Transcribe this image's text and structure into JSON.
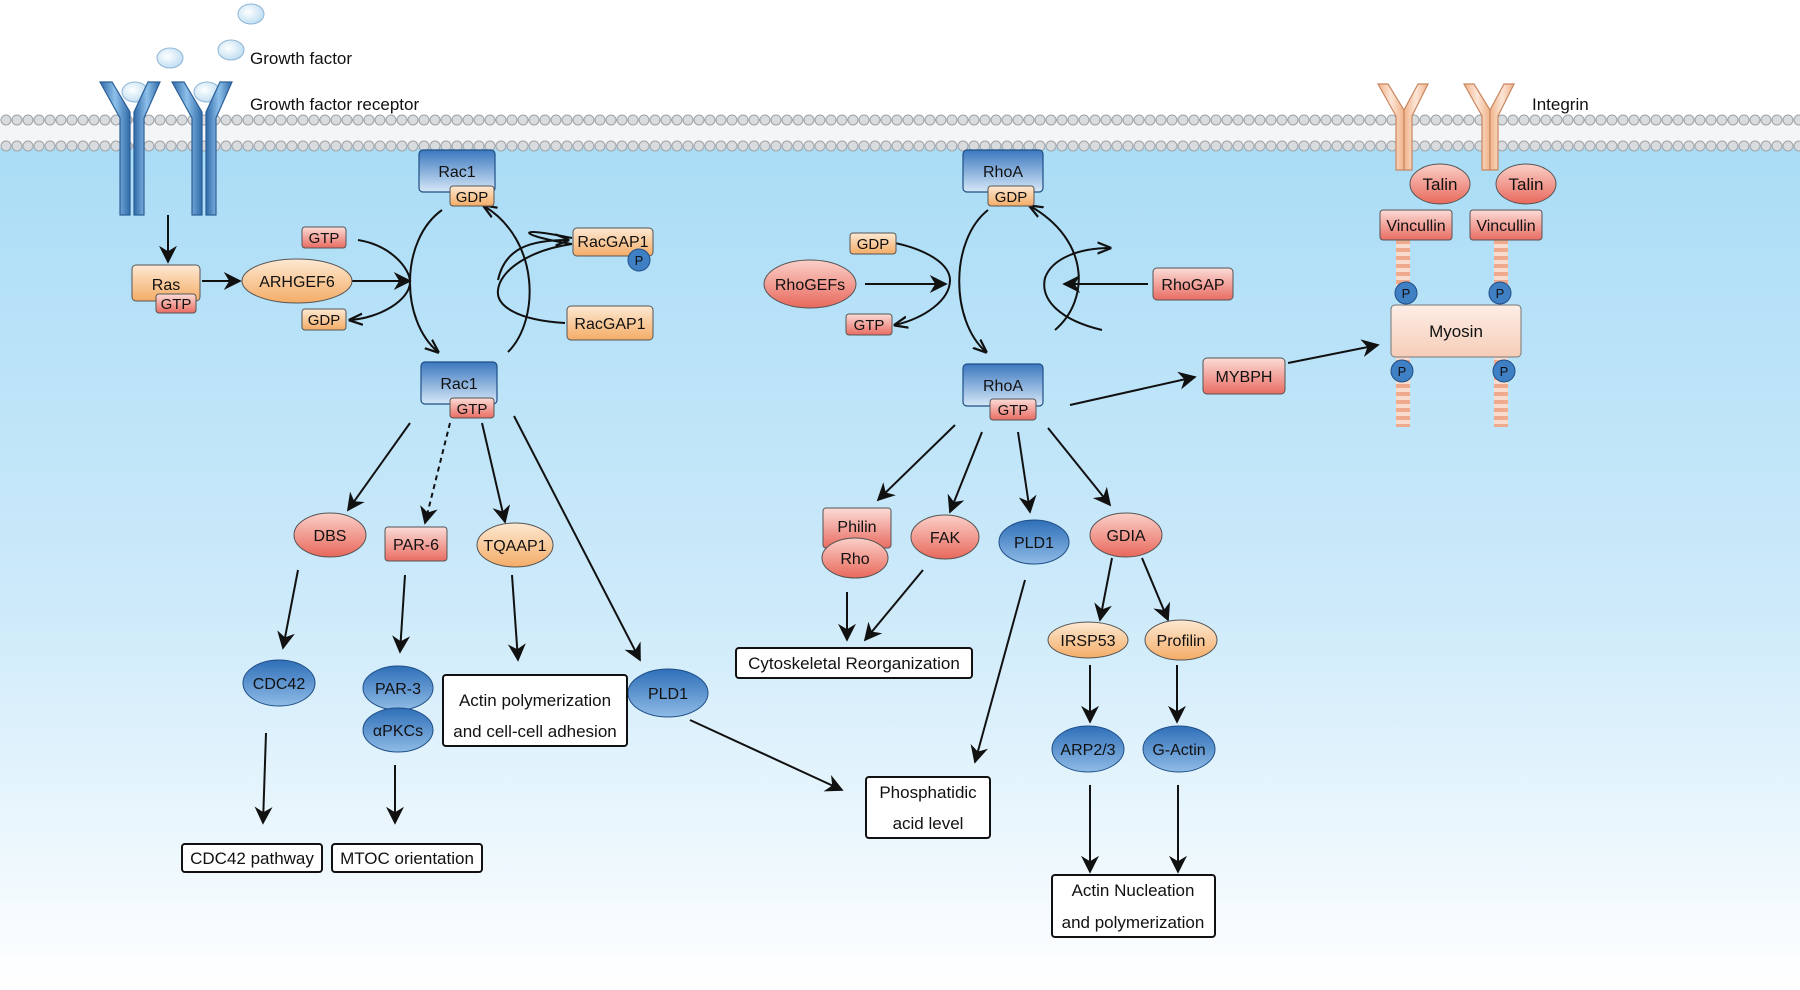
{
  "outside": {
    "growth_factor": "Growth factor",
    "growth_factor_receptor": "Growth factor receptor",
    "integrin": "Integrin"
  },
  "rac1_cycle": {
    "rac1_gdp": "Rac1",
    "gdp": "GDP",
    "gtp_in": "GTP",
    "gdp_out": "GDP",
    "ras": "Ras",
    "ras_gtp": "GTP",
    "arhgef6": "ARHGEF6",
    "racgap1_p": "RacGAP1",
    "p": "P",
    "racgap1": "RacGAP1",
    "rac1_gtp": "Rac1",
    "gtp": "GTP"
  },
  "rac1_effectors": {
    "dbs": "DBS",
    "par6": "PAR-6",
    "tqaap1": "TQAAP1",
    "cdc42": "CDC42",
    "par3": "PAR-3",
    "apkcs": "αPKCs",
    "pld1": "PLD1",
    "actin_poly_1": "Actin polymerization",
    "actin_poly_2": "and cell-cell adhesion",
    "cdc42_pathway": "CDC42 pathway",
    "mtoc": "MTOC orientation"
  },
  "rhoa_cycle": {
    "rhoa_gdp": "RhoA",
    "gdp": "GDP",
    "gdp_in": "GDP",
    "rhogefs": "RhoGEFs",
    "gtp_out": "GTP",
    "rhogap": "RhoGAP",
    "rhoa_gtp": "RhoA",
    "gtp": "GTP",
    "mybph": "MYBPH"
  },
  "rhoa_effectors": {
    "philin": "Philin",
    "rho": "Rho",
    "fak": "FAK",
    "pld1": "PLD1",
    "gdia": "GDIA",
    "cytoskeletal": "Cytoskeletal Reorganization",
    "irsp53": "IRSP53",
    "profilin": "Profilin",
    "arp23": "ARP2/3",
    "gactin": "G-Actin",
    "phosphatidic_1": "Phosphatidic",
    "phosphatidic_2": "acid level",
    "actin_nuc_1": "Actin Nucleation",
    "actin_nuc_2": "and polymerization"
  },
  "integrin": {
    "talin": "Talin",
    "vincullin": "Vincullin",
    "myosin": "Myosin",
    "p": "P"
  },
  "colors": {
    "membrane_head": "#e4e6e8",
    "cytoplasm_top": "#a9dcf6",
    "cytoplasm_bottom": "#ffffff",
    "blue_node": "#3e7dc2",
    "orange_node": "#f6b77a",
    "red_node": "#ec7f76",
    "arrow": "#111111"
  }
}
